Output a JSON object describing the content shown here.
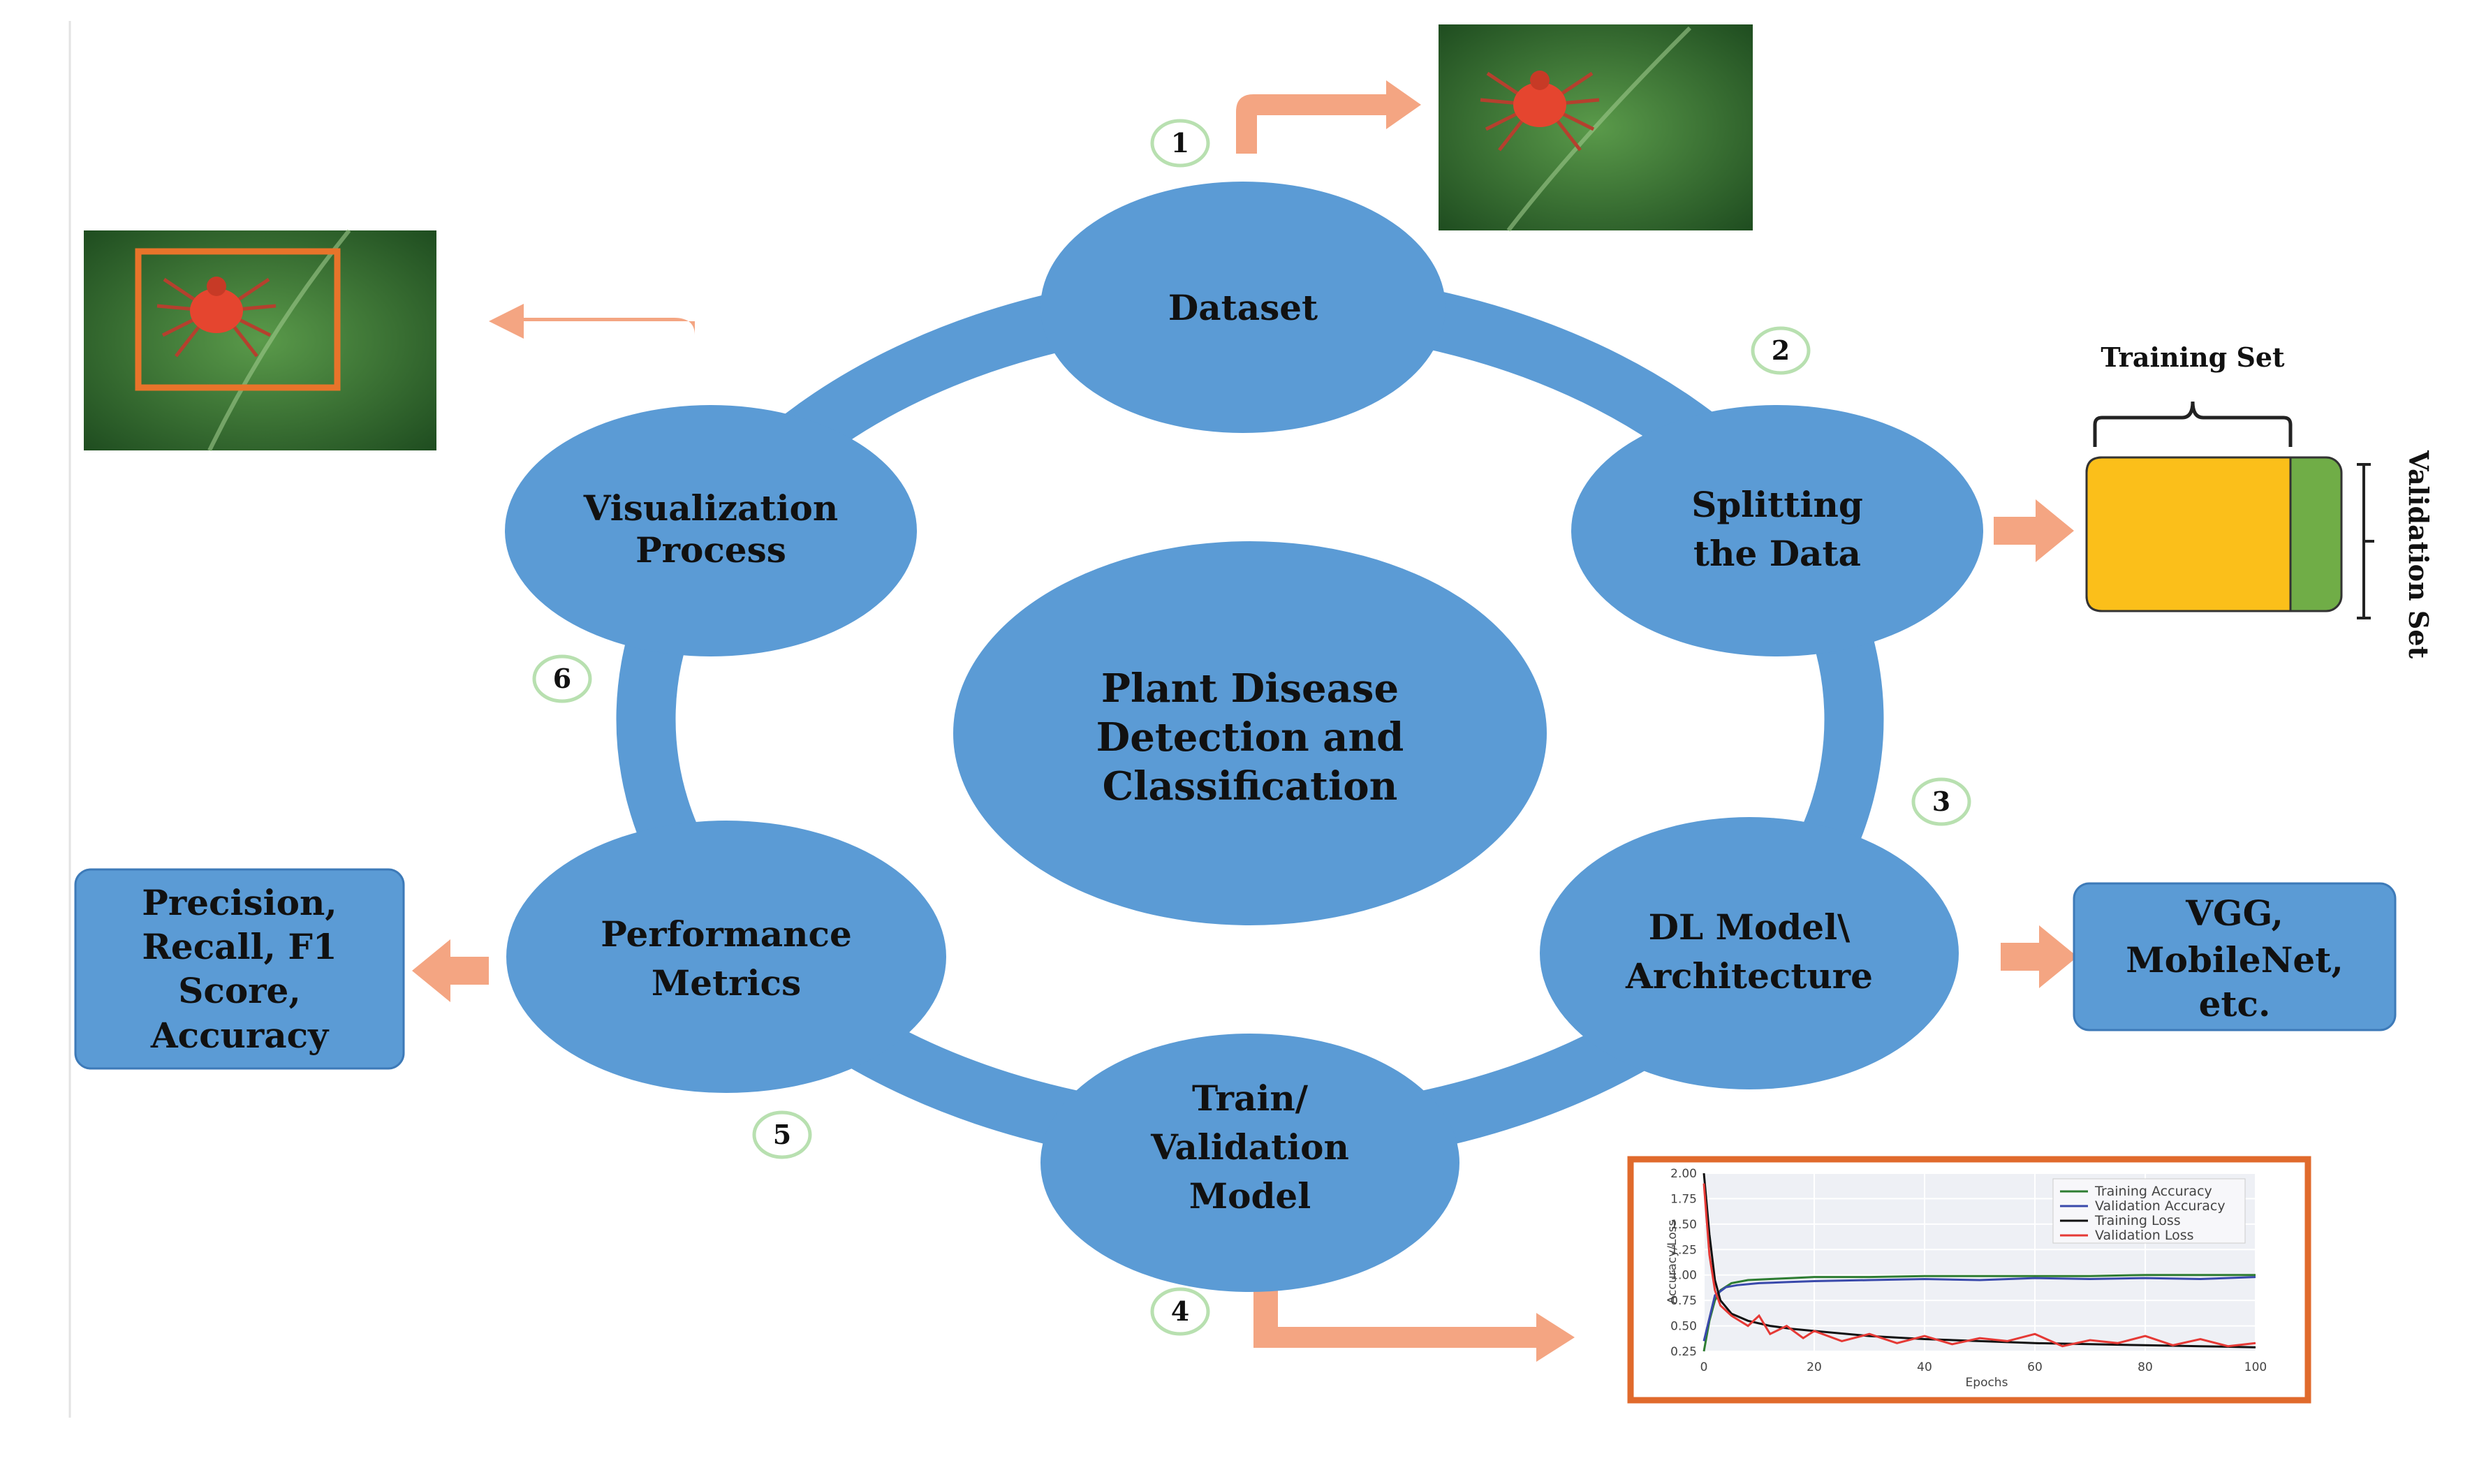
{
  "center": {
    "lines": [
      "Plant Disease",
      "Detection and",
      "Classification"
    ]
  },
  "steps": [
    {
      "id": "dataset",
      "number": "1",
      "lines": [
        "Dataset"
      ]
    },
    {
      "id": "splitting",
      "number": "2",
      "lines": [
        "Splitting",
        "the Data"
      ]
    },
    {
      "id": "model",
      "number": "3",
      "lines": [
        "DL Model\\",
        "Architecture"
      ]
    },
    {
      "id": "train",
      "number": "4",
      "lines": [
        "Train/",
        "Validation",
        "Model"
      ]
    },
    {
      "id": "metrics",
      "number": "5",
      "lines": [
        "Performance",
        "Metrics"
      ]
    },
    {
      "id": "visualization",
      "number": "6",
      "lines": [
        "Visualization",
        "Process"
      ]
    }
  ],
  "outputs": {
    "split": {
      "training_label": "Training Set",
      "validation_label": "Validation Set",
      "training_fraction": 0.8
    },
    "architectures": {
      "lines": [
        "VGG,",
        "MobileNet,",
        "etc."
      ]
    },
    "metrics": {
      "lines": [
        "Precision,",
        "Recall, F1",
        "Score,",
        "Accuracy"
      ]
    }
  },
  "chart_data": {
    "type": "line",
    "xlabel": "Epochs",
    "ylabel": "Accuracy/Loss",
    "xlim": [
      0,
      100
    ],
    "ylim": [
      0.25,
      2.0
    ],
    "xticks": [
      "0",
      "20",
      "40",
      "60",
      "80",
      "100"
    ],
    "yticks": [
      "0.25",
      "0.50",
      "0.75",
      "1.00",
      "1.25",
      "1.50",
      "1.75",
      "2.00"
    ],
    "legend": "top-right",
    "grid": true,
    "series": [
      {
        "name": "Training Accuracy",
        "color": "#2e7d32",
        "x": [
          0,
          1,
          2,
          3,
          5,
          8,
          12,
          16,
          20,
          30,
          40,
          50,
          60,
          70,
          80,
          90,
          100
        ],
        "y": [
          0.25,
          0.55,
          0.75,
          0.85,
          0.92,
          0.95,
          0.96,
          0.97,
          0.98,
          0.98,
          0.99,
          0.99,
          0.99,
          0.99,
          1.0,
          1.0,
          1.0
        ]
      },
      {
        "name": "Validation Accuracy",
        "color": "#3949ab",
        "x": [
          0,
          2,
          4,
          6,
          10,
          15,
          20,
          30,
          40,
          50,
          60,
          70,
          80,
          90,
          100
        ],
        "y": [
          0.35,
          0.8,
          0.88,
          0.9,
          0.92,
          0.93,
          0.94,
          0.95,
          0.96,
          0.95,
          0.97,
          0.96,
          0.97,
          0.96,
          0.98
        ]
      },
      {
        "name": "Training Loss",
        "color": "#111111",
        "x": [
          0,
          1,
          2,
          3,
          5,
          8,
          12,
          16,
          20,
          30,
          40,
          50,
          60,
          70,
          80,
          90,
          100
        ],
        "y": [
          2.05,
          1.4,
          0.95,
          0.75,
          0.62,
          0.55,
          0.5,
          0.47,
          0.45,
          0.4,
          0.37,
          0.35,
          0.33,
          0.32,
          0.31,
          0.3,
          0.29
        ]
      },
      {
        "name": "Validation Loss",
        "color": "#e53935",
        "x": [
          0,
          1,
          2,
          3,
          5,
          8,
          10,
          12,
          15,
          18,
          20,
          25,
          30,
          35,
          40,
          45,
          50,
          55,
          60,
          65,
          70,
          75,
          80,
          85,
          90,
          95,
          100
        ],
        "y": [
          1.9,
          1.2,
          0.85,
          0.7,
          0.6,
          0.5,
          0.6,
          0.42,
          0.5,
          0.38,
          0.45,
          0.35,
          0.42,
          0.33,
          0.4,
          0.32,
          0.38,
          0.35,
          0.42,
          0.3,
          0.36,
          0.33,
          0.4,
          0.31,
          0.37,
          0.3,
          0.33
        ]
      }
    ]
  },
  "colors": {
    "node_fill": "#5b9bd5",
    "ring": "#5b9bd5",
    "arrow": "#f4a582",
    "number_ring": "#b8e0b0",
    "training_set": "#fbbf1a",
    "validation_set": "#70ad47",
    "chart_frame": "#e06a2c",
    "leaf": "#3f7a3a"
  }
}
